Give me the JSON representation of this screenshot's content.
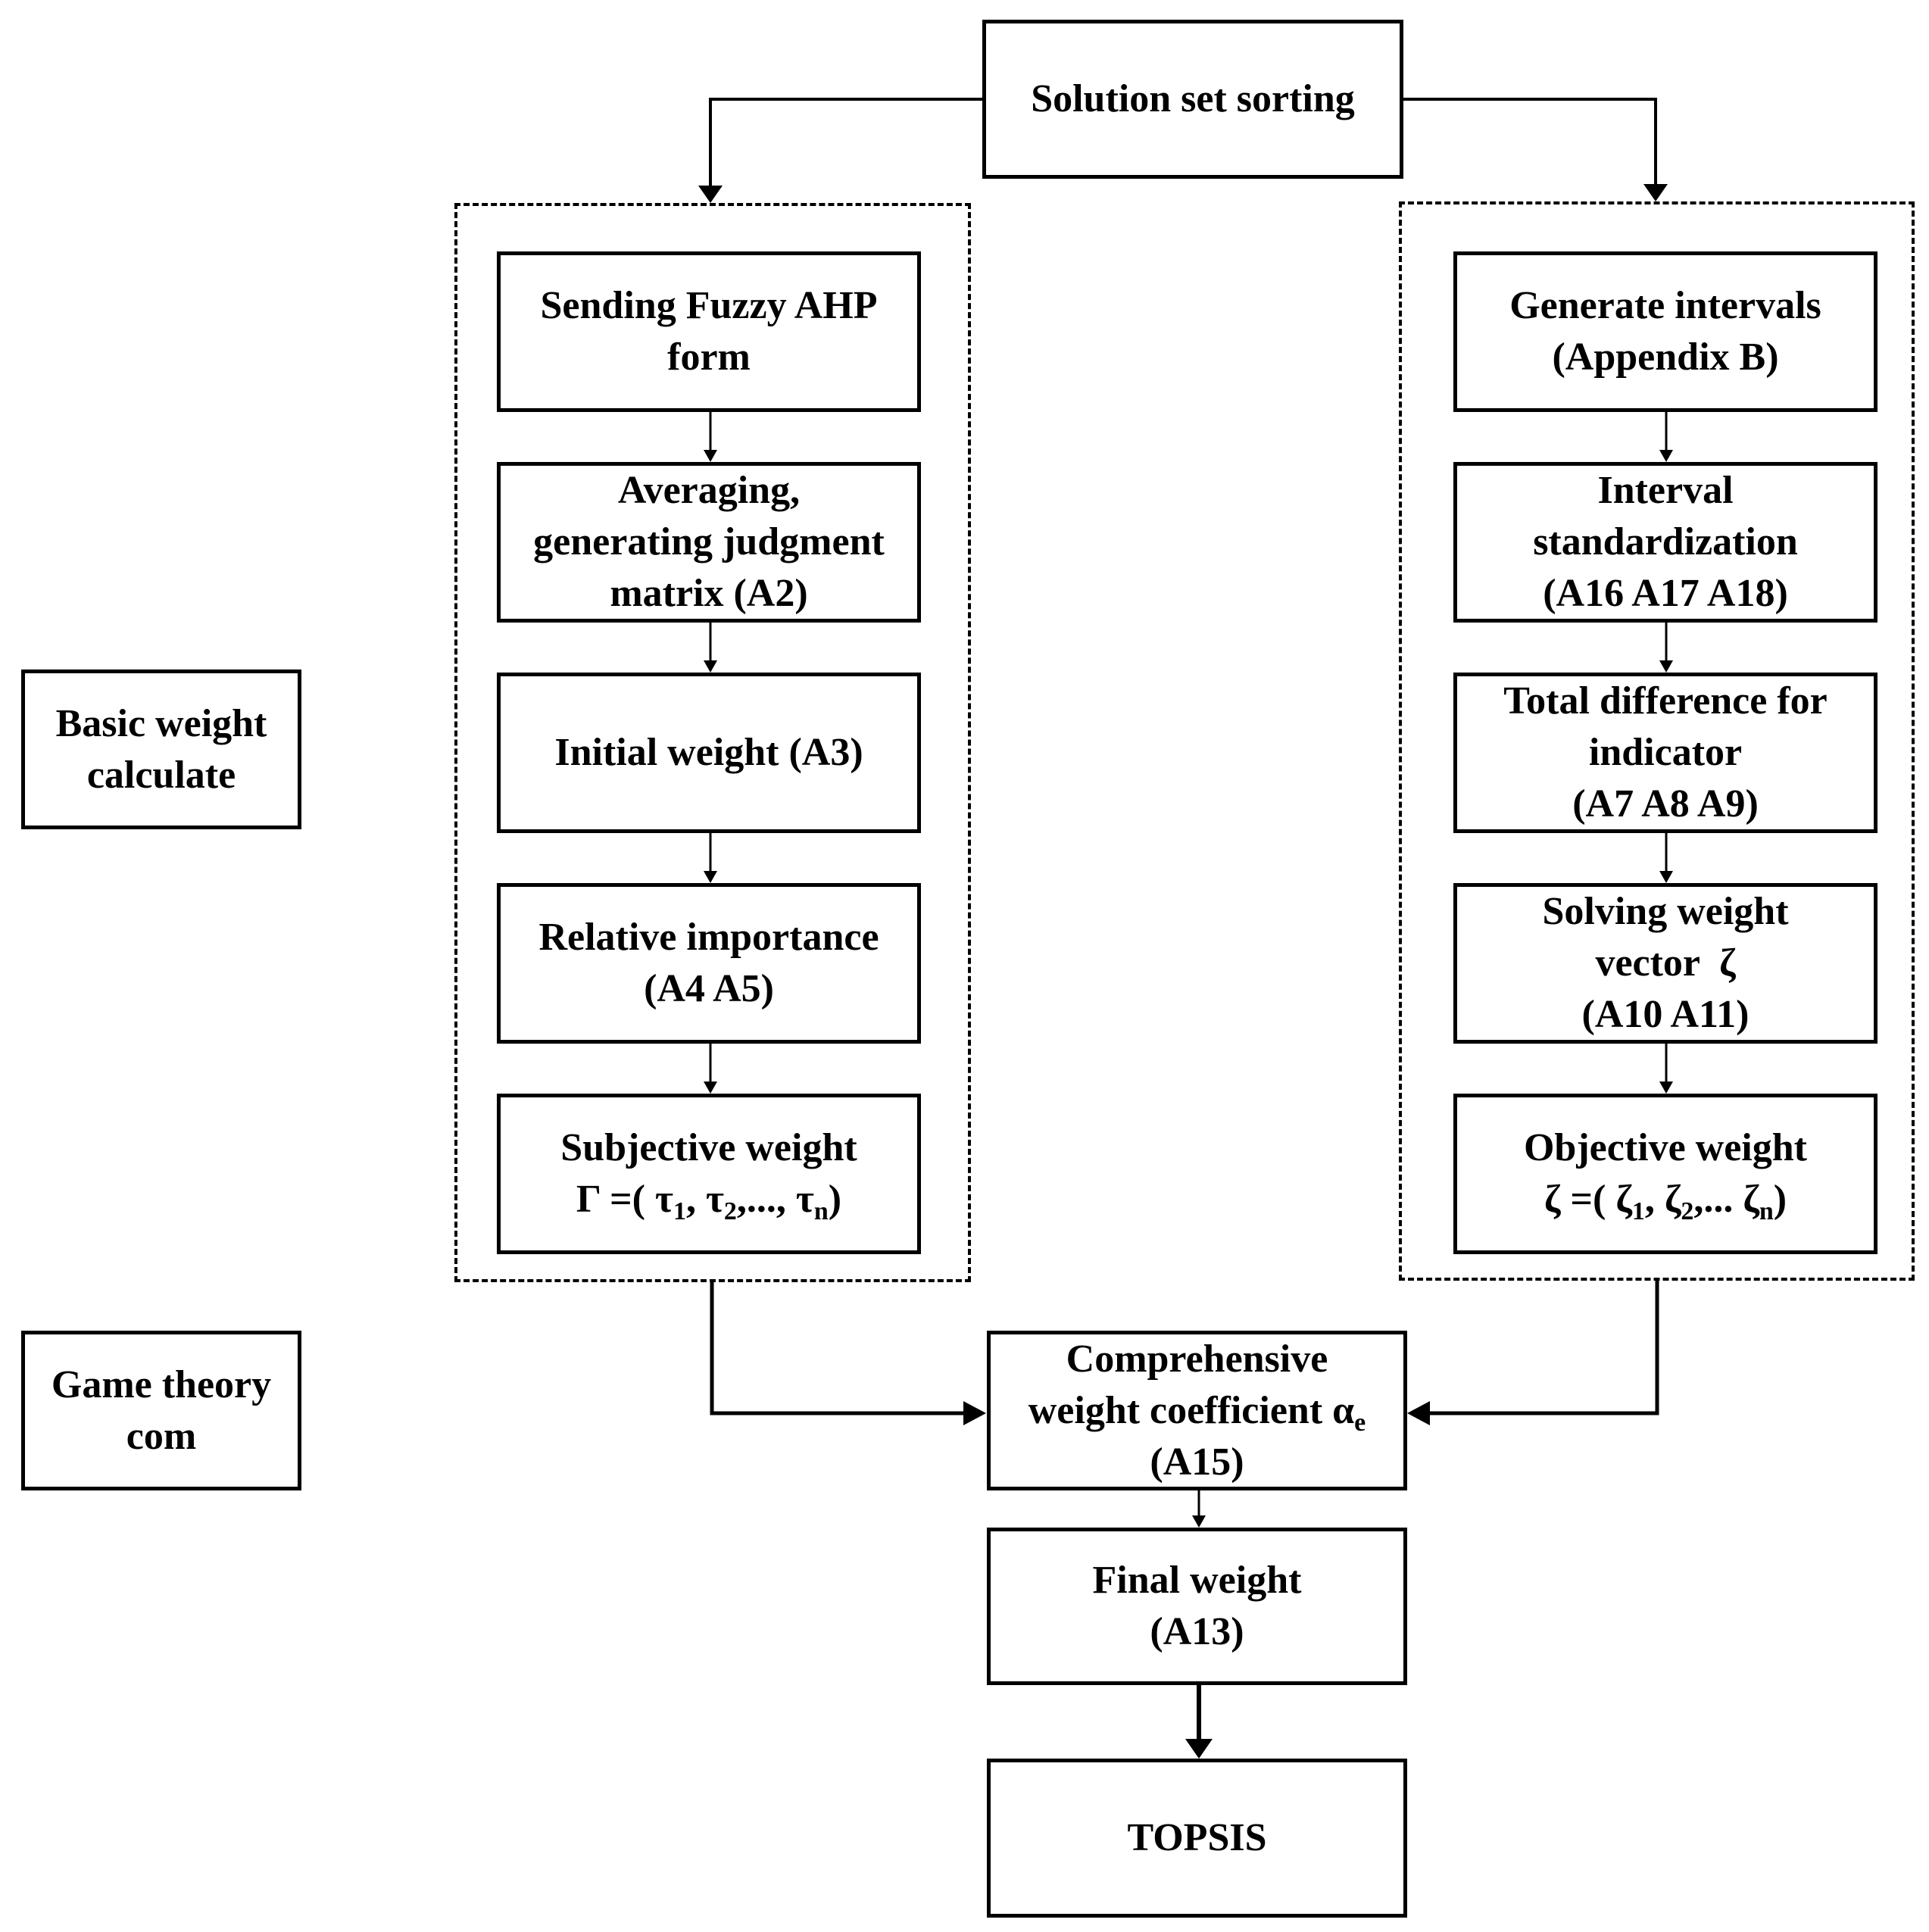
{
  "top": {
    "line1": "Solution set sorting"
  },
  "side_labels": {
    "basic": {
      "line1": "Basic weight",
      "line2": "calculate"
    },
    "game": {
      "line1": "Game theory",
      "line2": "com"
    }
  },
  "left": {
    "b1": {
      "line1": "Sending Fuzzy AHP",
      "line2": "form"
    },
    "b2": {
      "line1": "Averaging,",
      "line2": "generating judgment",
      "line3": "matrix (A2)"
    },
    "b3": {
      "line1": "Initial weight (A3)"
    },
    "b4": {
      "line1": "Relative importance",
      "line2": "(A4 A5)"
    },
    "b5": {
      "line1": "Subjective weight",
      "f_open": "Γ =( τ",
      "s1": "1",
      "f_sep1": ", τ",
      "s2": "2",
      "f_sep2": ",..., τ",
      "sn": "n",
      "f_close": ")"
    }
  },
  "right": {
    "b1": {
      "line1": "Generate intervals",
      "line2": "(Appendix B)"
    },
    "b2": {
      "line1": "Interval",
      "line2": "standardization",
      "line3": "(A16 A17 A18)"
    },
    "b3": {
      "line1": "Total difference for",
      "line2": "indicator",
      "line3": "(A7 A8 A9)"
    },
    "b4": {
      "line1": "Solving weight",
      "line2": "vector  ζ",
      "line3": "(A10 A11)"
    },
    "b5": {
      "line1": "Objective weight",
      "f_open": "ζ =( ζ",
      "s1": "1",
      "f_sep1": ", ζ",
      "s2": "2",
      "f_sep2": ",... ζ",
      "sn": "n",
      "f_close": ")"
    }
  },
  "bottom": {
    "comp": {
      "line1": "Comprehensive",
      "line2a": "weight coefficient α",
      "line2sub": "e",
      "line3": "(A15)"
    },
    "final": {
      "line1": "Final weight",
      "line2": "(A13)"
    },
    "topsis": {
      "line1": "TOPSIS"
    }
  }
}
